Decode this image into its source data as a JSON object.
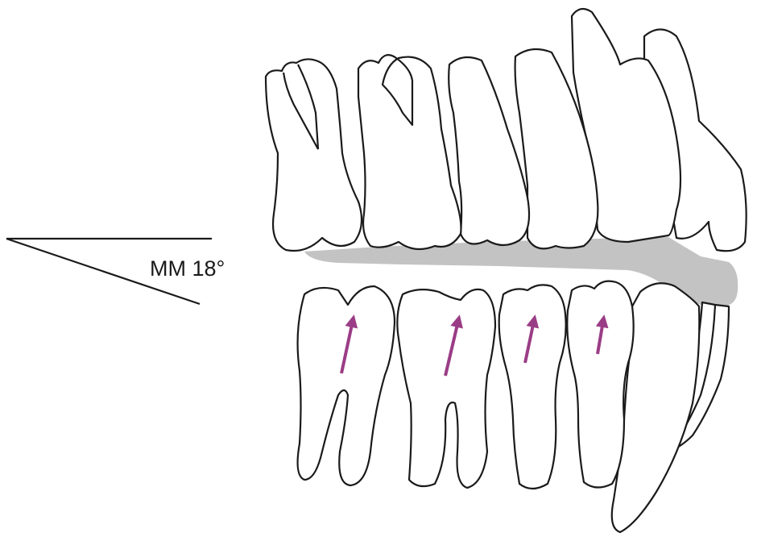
{
  "angle_label": "MM 18°",
  "colors": {
    "outline": "#1a1a1a",
    "occlusal_band": "#c3c3c3",
    "arrow": "#9b3d86"
  },
  "arrows": [
    "lower-molar-1",
    "lower-molar-2",
    "lower-premolar-2",
    "lower-premolar-1"
  ]
}
